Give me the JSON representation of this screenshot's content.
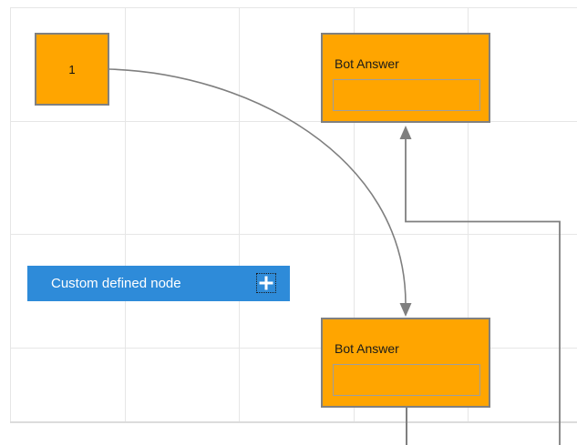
{
  "canvas": {
    "type": "diagram-editor-canvas",
    "background": "#ffffff"
  },
  "colors": {
    "node_fill_orange": "#ffa500",
    "node_border_gray": "#808080",
    "inner_box_border": "#9e9e9e",
    "custom_node_blue": "#2e8bd9",
    "custom_node_text": "#ffffff",
    "connector_gray": "#7f7f7f",
    "grid_line": "#e6e6e6",
    "page_boundary": "#dcdcdc",
    "node_text_dark": "#1a1a1a"
  },
  "nodes": {
    "node1": {
      "label": "1"
    },
    "bot_answer_top": {
      "title": "Bot Answer"
    },
    "bot_answer_bottom": {
      "title": "Bot Answer"
    },
    "custom_node": {
      "label": "Custom defined node",
      "icon": "plus-icon"
    }
  }
}
